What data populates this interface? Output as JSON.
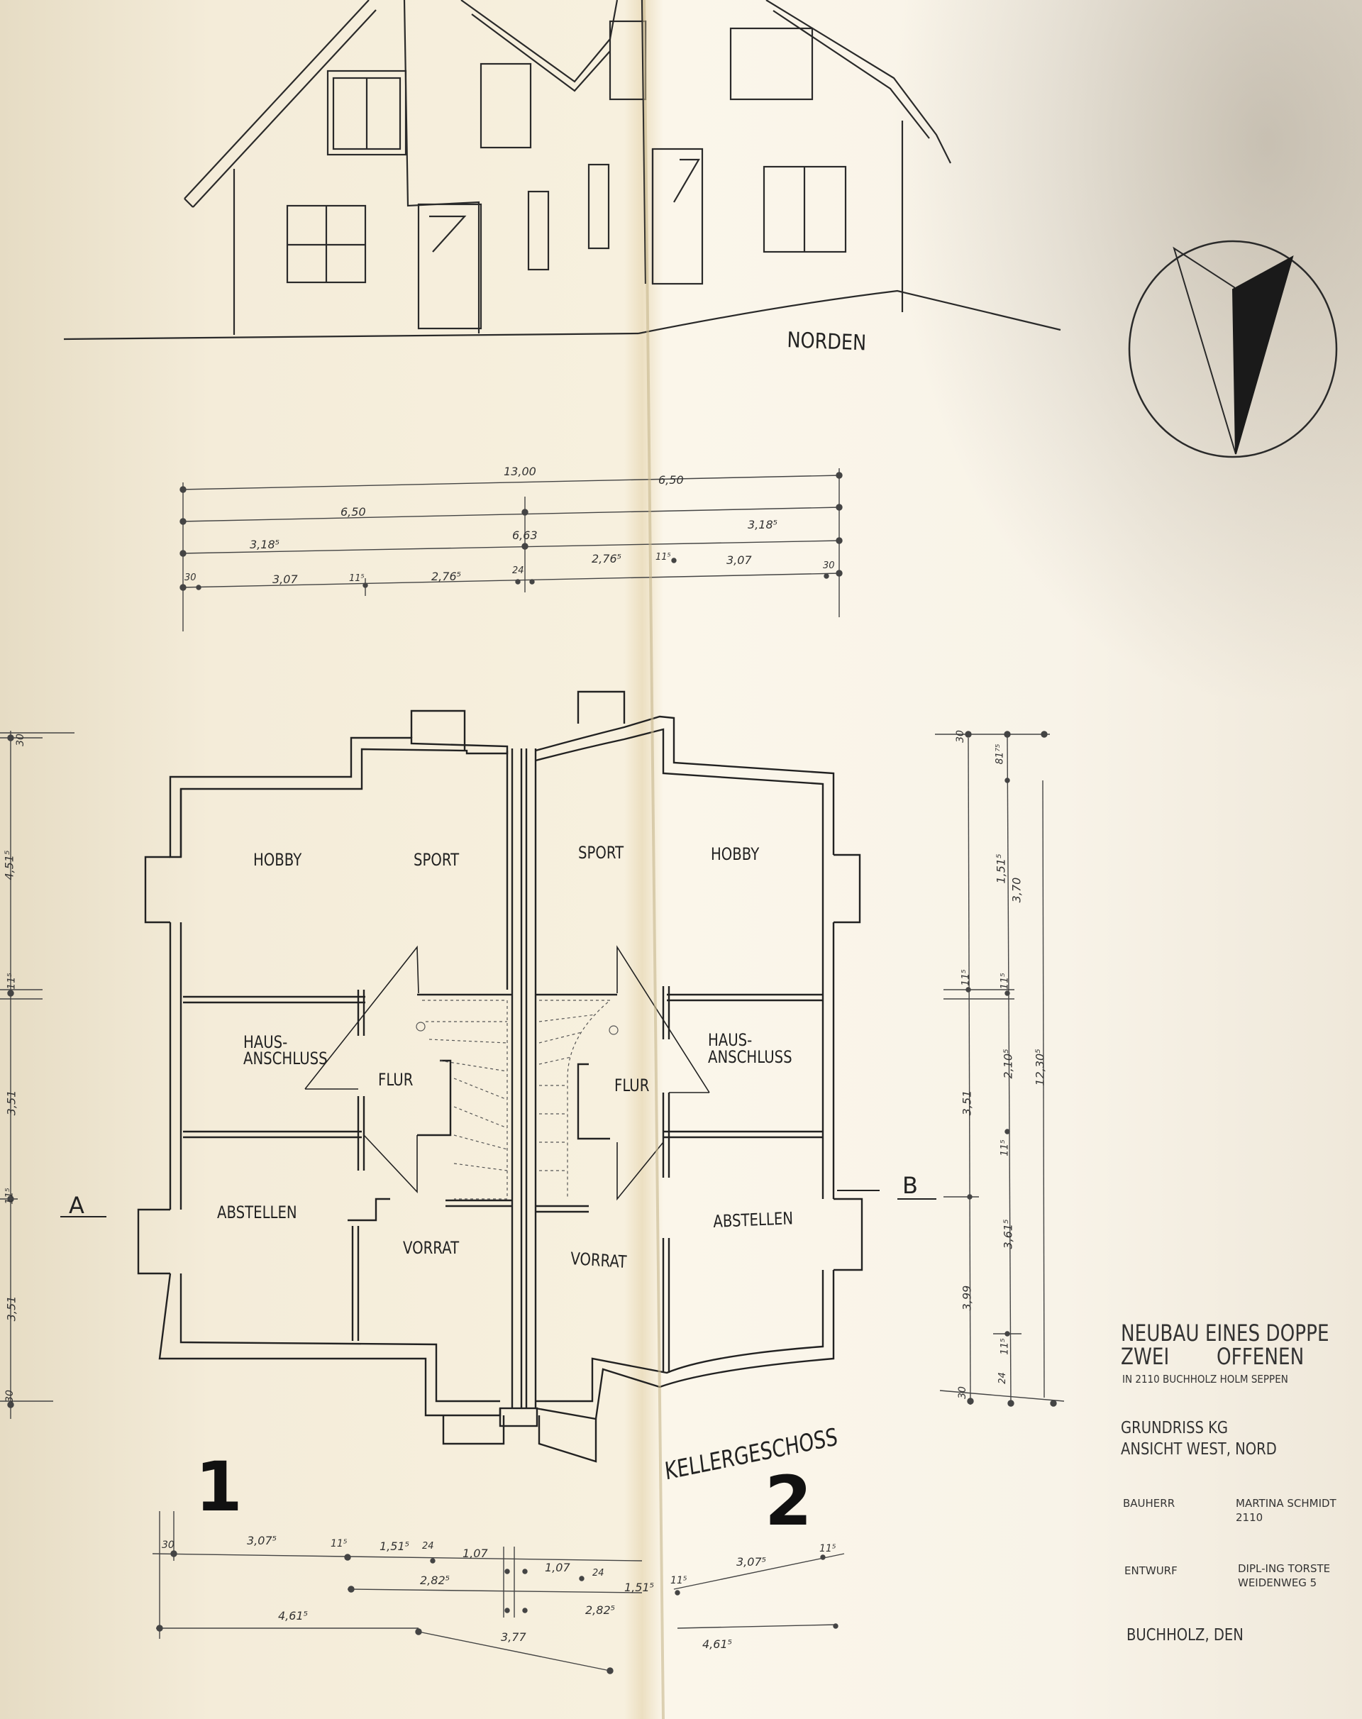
{
  "elevation": {
    "label": "NORDEN"
  },
  "rooms_left": {
    "hobby": "HOBBY",
    "sport": "SPORT",
    "hausanschluss_1": "HAUS-",
    "hausanschluss_2": "ANSCHLUSS",
    "flur": "FLUR",
    "abstellen": "ABSTELLEN",
    "vorrat": "VORRAT"
  },
  "rooms_right": {
    "sport": "SPORT",
    "hobby": "HOBBY",
    "hausanschluss_1": "HAUS-",
    "hausanschluss_2": "ANSCHLUSS",
    "flur": "FLUR",
    "abstellen": "ABSTELLEN",
    "vorrat": "VORRAT"
  },
  "section_marks": {
    "a": "A",
    "b": "B"
  },
  "unit_numbers": {
    "left": "1",
    "right": "2"
  },
  "floor_label": "KELLERGESCHOSS",
  "title_block": {
    "title_line1": "NEUBAU EINES DOPPE",
    "title_line2": "ZWEI        OFFENEN",
    "location": "IN 2110 BUCHHOLZ  HOLM SEPPEN",
    "plan_line1": "GRUNDRISS KG",
    "plan_line2": "ANSICHT  WEST, NORD",
    "bauherr_label": "BAUHERR",
    "bauherr_value1": "MARTINA SCHMIDT",
    "bauherr_value2": "2110",
    "entwurf_label": "ENTWURF",
    "entwurf_value1": "DIPL-ING TORSTE",
    "entwurf_value2": "WEIDENWEG 5",
    "place_date": "BUCHHOLZ, DEN"
  },
  "dimensions_top": {
    "overall": "13,00",
    "half_left": "6,50",
    "half_right": "6,50",
    "seg_318_left": "3,18⁵",
    "seg_663": "6,63",
    "seg_318_right": "3,18⁵",
    "seg_30_left": "30",
    "seg_307_left": "3,07",
    "seg_11_left": "11⁵",
    "seg_2765_left": "2,76⁵",
    "seg_24": "24",
    "seg_2765_right": "2,76⁵",
    "seg_11_right": "11⁵",
    "seg_307_right": "3,07",
    "seg_30_right": "30"
  },
  "dimensions_bottom": {
    "d30": "30",
    "d3075_left": "3,07⁵",
    "d115_left": "11⁵",
    "d1515_left": "1,51⁵",
    "d24_left": "24",
    "d107_left": "1,07",
    "d107_right": "1,07",
    "d24_right": "24",
    "d1515_right": "1,51⁵",
    "d2825_left": "2,82⁵",
    "d2825_right": "2,82⁵",
    "d4615_left": "4,61⁵",
    "d377": "3,77",
    "d3075_right": "3,07⁵",
    "d115_right": "11⁵",
    "d4615_right": "4,61⁵",
    "d11_right2": "11⁵"
  },
  "dimensions_right": {
    "d30_top": "30",
    "d1515_r1": "1,51⁵",
    "d8175": "81⁷⁵",
    "d3705": "3,70",
    "d115_r1": "11⁵",
    "d115_r2": "11⁵",
    "d2105": "2,10⁵",
    "d12305": "12,30⁵",
    "d351_r": "3,51",
    "d115_r3": "11⁵",
    "d3615": "3,61⁵",
    "d399": "3,99",
    "d115_r4": "11⁵",
    "d24_r": "24",
    "d30_bottom": "30"
  },
  "dimensions_left": {
    "d30": "30",
    "d4515": "4,51⁵",
    "d115": "11⁵",
    "d351": "3,51",
    "d115b": "11⁵",
    "d351b": "3,51",
    "d30b": "30"
  }
}
